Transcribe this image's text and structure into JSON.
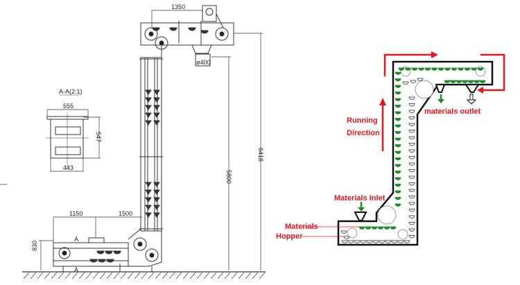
{
  "drawing": {
    "top_width": "1350",
    "outlet_diameter": "ø400",
    "outlet_height": "5800",
    "total_height": "6418",
    "feed_length": "1150",
    "feed_to_column": "1500",
    "feed_height": "830",
    "section_label": "A-A(2:1)",
    "section_top_width": "555",
    "section_height": "547",
    "section_bottom_width": "443",
    "section_mark": "A"
  },
  "schematic": {
    "running": "Running",
    "direction": "Direction",
    "outlet": "materials outlet",
    "inlet": "Materials Inlet",
    "hopper_line1": "Materials",
    "hopper_line2": "Hopper",
    "colors": {
      "label": "#e8141b",
      "bucket": "#1e8a2a",
      "outline": "#111111"
    }
  }
}
